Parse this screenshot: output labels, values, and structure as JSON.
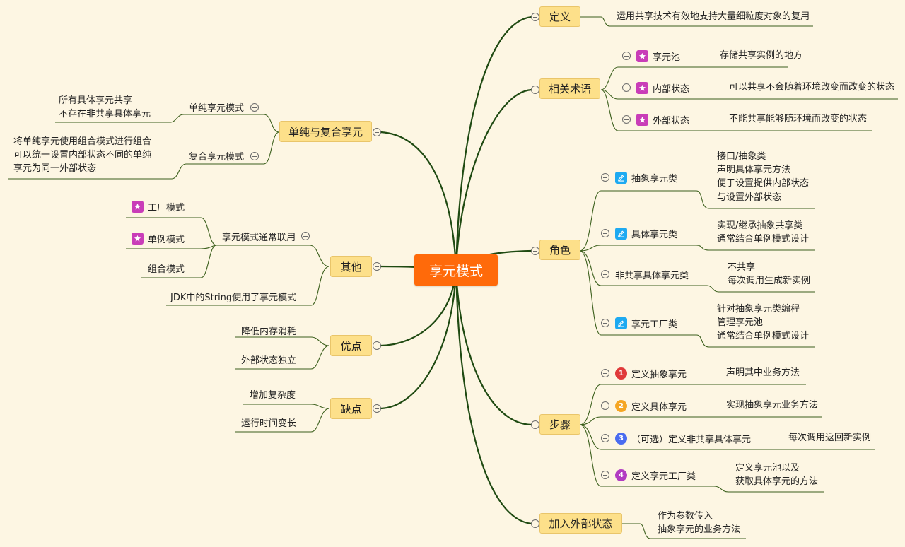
{
  "root": "享元模式",
  "definition": {
    "label": "定义",
    "text": "运用共享技术有效地支持大量细粒度对象的复用"
  },
  "terms": {
    "label": "相关术语",
    "items": [
      {
        "label": "享元池",
        "desc": "存储共享实例的地方"
      },
      {
        "label": "内部状态",
        "desc": "可以共享不会随着环境改变而改变的状态"
      },
      {
        "label": "外部状态",
        "desc": "不能共享能够随环境而改变的状态"
      }
    ]
  },
  "roles": {
    "label": "角色",
    "items": [
      {
        "label": "抽象享元类",
        "desc": [
          "接口/抽象类",
          "声明具体享元方法",
          "便于设置提供内部状态",
          "与设置外部状态"
        ]
      },
      {
        "label": "具体享元类",
        "desc": [
          "实现/继承抽象共享类",
          "通常结合单例模式设计"
        ]
      },
      {
        "label": "非共享具体享元类",
        "desc": [
          "不共享",
          "每次调用生成新实例"
        ]
      },
      {
        "label": "享元工厂类",
        "desc": [
          "针对抽象享元类编程",
          "管理享元池",
          "通常结合单例模式设计"
        ]
      }
    ]
  },
  "steps": {
    "label": "步骤",
    "items": [
      {
        "num": "1",
        "color": "#e03a3a",
        "label": "定义抽象享元",
        "desc": [
          "声明其中业务方法"
        ]
      },
      {
        "num": "2",
        "color": "#f5a623",
        "label": "定义具体享元",
        "desc": [
          "实现抽象享元业务方法"
        ]
      },
      {
        "num": "3",
        "color": "#4a6cf0",
        "label": "（可选）定义非共享具体享元",
        "desc": [
          "每次调用返回新实例"
        ]
      },
      {
        "num": "4",
        "color": "#b23cc2",
        "label": "定义享元工厂类",
        "desc": [
          "定义享元池以及",
          "获取具体享元的方法"
        ]
      }
    ]
  },
  "external": {
    "label": "加入外部状态",
    "desc": [
      "作为参数传入",
      "抽象享元的业务方法"
    ]
  },
  "simple": {
    "label": "单纯与复合享元",
    "items": [
      {
        "label": "单纯享元模式",
        "desc": [
          "所有具体享元共享",
          "不存在非共享具体享元"
        ]
      },
      {
        "label": "复合享元模式",
        "desc": [
          "将单纯享元使用组合模式进行组合",
          "可以统一设置内部状态不同的单纯",
          "享元为同一外部状态"
        ]
      }
    ]
  },
  "other": {
    "label": "其他",
    "combo": {
      "label": "享元模式通常联用",
      "items": [
        "工厂模式",
        "单例模式",
        "组合模式"
      ]
    },
    "jdk": "JDK中的String使用了享元模式"
  },
  "pros": {
    "label": "优点",
    "items": [
      "降低内存消耗",
      "外部状态独立"
    ]
  },
  "cons": {
    "label": "缺点",
    "items": [
      "增加复杂度",
      "运行时间变长"
    ]
  },
  "colors": {
    "background": "#fdf6e3",
    "root": "#ff6a0a",
    "main_node": "#fde08a",
    "main_border": "#e9c56a",
    "trunk_line": "#1f4a12",
    "branch_line": "#3b5f1c",
    "star_marker": "#c93db8",
    "pen_marker": "#1eaaf1"
  },
  "icons": {
    "collapse": "minus-circle-icon",
    "star": "star-icon",
    "pen": "pencil-icon",
    "number": "number-badge-icon"
  }
}
